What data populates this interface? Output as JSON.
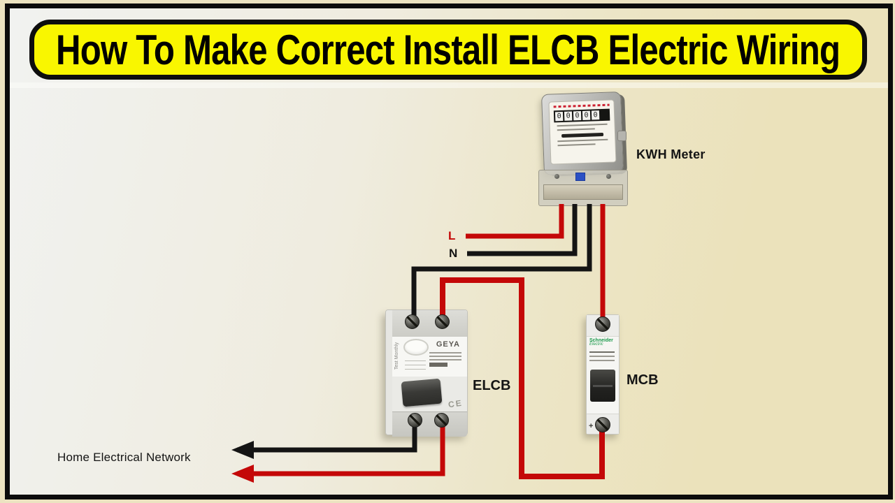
{
  "page": {
    "title_banner": "How To Make Correct Install ELCB Electric Wiring"
  },
  "labels": {
    "kwh_meter": "KWH Meter",
    "elcb": "ELCB",
    "mcb": "MCB",
    "line": "L",
    "neutral": "N",
    "home_network": "Home Electrical Network"
  },
  "meter": {
    "register_digits": [
      "0",
      "0",
      "0",
      "0",
      "0"
    ]
  },
  "elcb_device": {
    "brand": "GEYA",
    "side_text": "Test Monthly",
    "ce_mark": "CE"
  },
  "mcb_device": {
    "brand_line1": "Schneider",
    "brand_line2": "Electric",
    "terminal_plus": "+"
  },
  "colors": {
    "wire_live": "#c40808",
    "wire_neutral": "#141414",
    "banner_fill": "#f9f600",
    "banner_border": "#0d0d0d",
    "background_cream": "#ebe2bb",
    "background_light": "#f1f2f0",
    "mcb_brand_green": "#1d9a4d"
  }
}
